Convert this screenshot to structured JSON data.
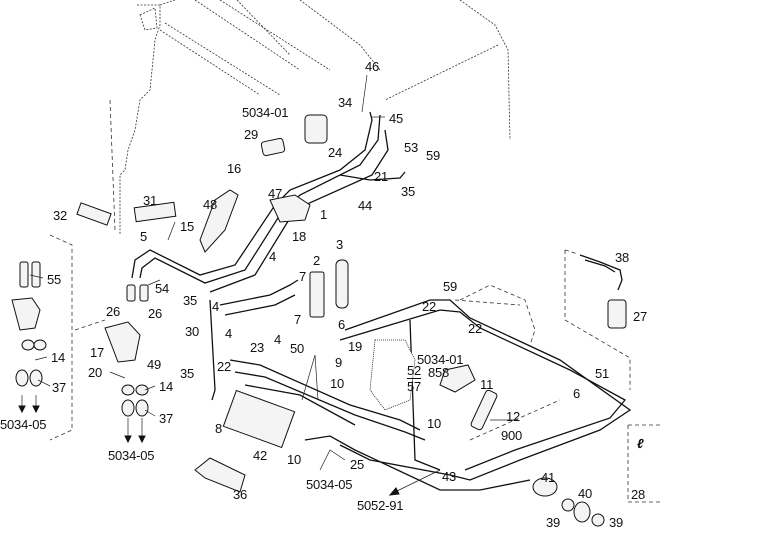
{
  "diagram": {
    "type": "exploded-parts-diagram",
    "subject": "vehicle pneumatic / hydraulic piping assembly",
    "callouts": [
      {
        "id": "c46",
        "text": "46"
      },
      {
        "id": "c34",
        "text": "34"
      },
      {
        "id": "c5034-01-top",
        "text": "5034-01"
      },
      {
        "id": "c45",
        "text": "45"
      },
      {
        "id": "c29",
        "text": "29"
      },
      {
        "id": "c24",
        "text": "24"
      },
      {
        "id": "c53",
        "text": "53"
      },
      {
        "id": "c59-top",
        "text": "59"
      },
      {
        "id": "c21",
        "text": "21"
      },
      {
        "id": "c35-top",
        "text": "35"
      },
      {
        "id": "c16",
        "text": "16"
      },
      {
        "id": "c47",
        "text": "47"
      },
      {
        "id": "c44",
        "text": "44"
      },
      {
        "id": "c31",
        "text": "31"
      },
      {
        "id": "c48",
        "text": "48"
      },
      {
        "id": "c32",
        "text": "32"
      },
      {
        "id": "c15",
        "text": "15"
      },
      {
        "id": "c5",
        "text": "5"
      },
      {
        "id": "c1",
        "text": "1"
      },
      {
        "id": "c18",
        "text": "18"
      },
      {
        "id": "c3",
        "text": "3"
      },
      {
        "id": "c38",
        "text": "38"
      },
      {
        "id": "c4-a",
        "text": "4"
      },
      {
        "id": "c2",
        "text": "2"
      },
      {
        "id": "c7-a",
        "text": "7"
      },
      {
        "id": "c55",
        "text": "55"
      },
      {
        "id": "c54",
        "text": "54"
      },
      {
        "id": "c35-b",
        "text": "35"
      },
      {
        "id": "c4-b",
        "text": "4"
      },
      {
        "id": "c59-mid",
        "text": "59"
      },
      {
        "id": "c27",
        "text": "27"
      },
      {
        "id": "c26-a",
        "text": "26"
      },
      {
        "id": "c26-b",
        "text": "26"
      },
      {
        "id": "c7-b",
        "text": "7"
      },
      {
        "id": "c22-a",
        "text": "22"
      },
      {
        "id": "c22-b",
        "text": "22"
      },
      {
        "id": "c6-a",
        "text": "6"
      },
      {
        "id": "c30",
        "text": "30"
      },
      {
        "id": "c4-c",
        "text": "4"
      },
      {
        "id": "c4-d",
        "text": "4"
      },
      {
        "id": "c23",
        "text": "23"
      },
      {
        "id": "c50",
        "text": "50"
      },
      {
        "id": "c19",
        "text": "19"
      },
      {
        "id": "c17",
        "text": "17"
      },
      {
        "id": "c14-a",
        "text": "14"
      },
      {
        "id": "c49",
        "text": "49"
      },
      {
        "id": "c22-c",
        "text": "22"
      },
      {
        "id": "c9",
        "text": "9"
      },
      {
        "id": "c5034-01-mid",
        "text": "5034-01"
      },
      {
        "id": "c35-c",
        "text": "35"
      },
      {
        "id": "c858",
        "text": "858"
      },
      {
        "id": "c51",
        "text": "51"
      },
      {
        "id": "c20",
        "text": "20"
      },
      {
        "id": "c37-a",
        "text": "37"
      },
      {
        "id": "c10-a",
        "text": "10"
      },
      {
        "id": "c14-b",
        "text": "14"
      },
      {
        "id": "c11",
        "text": "11"
      },
      {
        "id": "c6-b",
        "text": "6"
      },
      {
        "id": "c37-b",
        "text": "37"
      },
      {
        "id": "c12",
        "text": "12"
      },
      {
        "id": "c10-b",
        "text": "10"
      },
      {
        "id": "c8",
        "text": "8"
      },
      {
        "id": "c900",
        "text": "900"
      },
      {
        "id": "c5034-05-left",
        "text": "5034-05"
      },
      {
        "id": "c5034-05-mid",
        "text": "5034-05"
      },
      {
        "id": "c42",
        "text": "42"
      },
      {
        "id": "c10-c",
        "text": "10"
      },
      {
        "id": "c25",
        "text": "25"
      },
      {
        "id": "c43",
        "text": "43"
      },
      {
        "id": "c41",
        "text": "41"
      },
      {
        "id": "c40",
        "text": "40"
      },
      {
        "id": "c28",
        "text": "28"
      },
      {
        "id": "c36",
        "text": "36"
      },
      {
        "id": "c5034-05-bottom",
        "text": "5034-05"
      },
      {
        "id": "c5052-91",
        "text": "5052-91"
      },
      {
        "id": "c39-a",
        "text": "39"
      },
      {
        "id": "c39-b",
        "text": "39"
      }
    ],
    "fraction": {
      "numerator": "52",
      "denominator": "57"
    },
    "cross_references": [
      "5034-01",
      "5034-05",
      "5052-91"
    ]
  }
}
